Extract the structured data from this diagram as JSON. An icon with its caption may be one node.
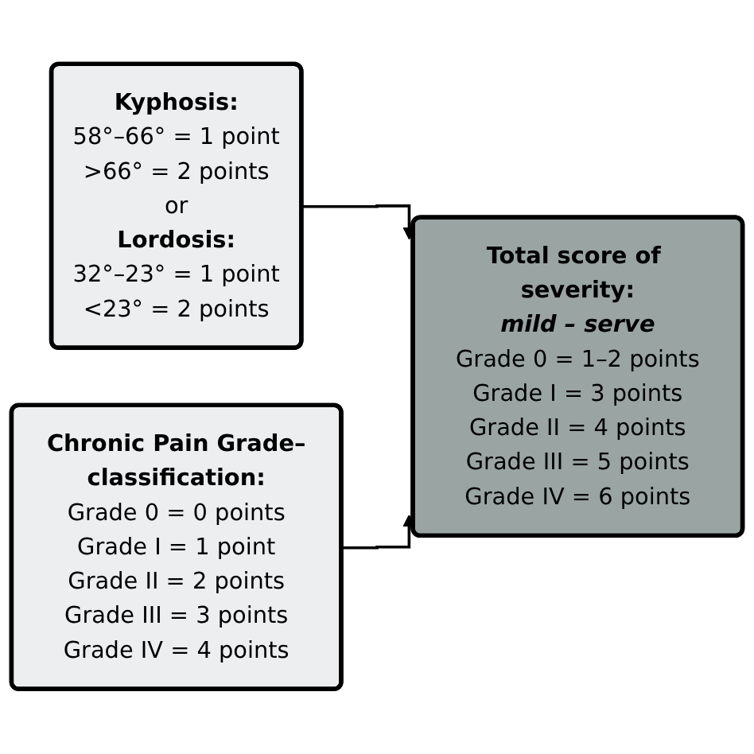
{
  "diagram": {
    "nodes": [
      {
        "text": [
          "Kyphosis:",
          "58°–66° = 1 point",
          ">66° = 2 points",
          "or",
          "Lordosis:",
          "32°–23° = 1 point",
          "<23° = 2 points"
        ]
      },
      {
        "text": [
          "Chronic Pain Grade–classification:",
          "Grade 0 = 0 points",
          "Grade I = 1 point",
          "Grade II = 2 points",
          "Grade III = 3 points",
          "Grade IV = 4 points"
        ]
      },
      {
        "text": [
          "Total score of severity:",
          "mild – serve",
          "Grade 0 = 1–2 points",
          "Grade I = 3 points",
          "Grade II = 4 points",
          "Grade III = 5 points",
          "Grade IV = 6 points"
        ]
      }
    ],
    "edges": [
      {
        "from": 0,
        "to": 2,
        "arrow": "to"
      },
      {
        "from": 1,
        "to": 2,
        "arrow": "to"
      }
    ]
  }
}
